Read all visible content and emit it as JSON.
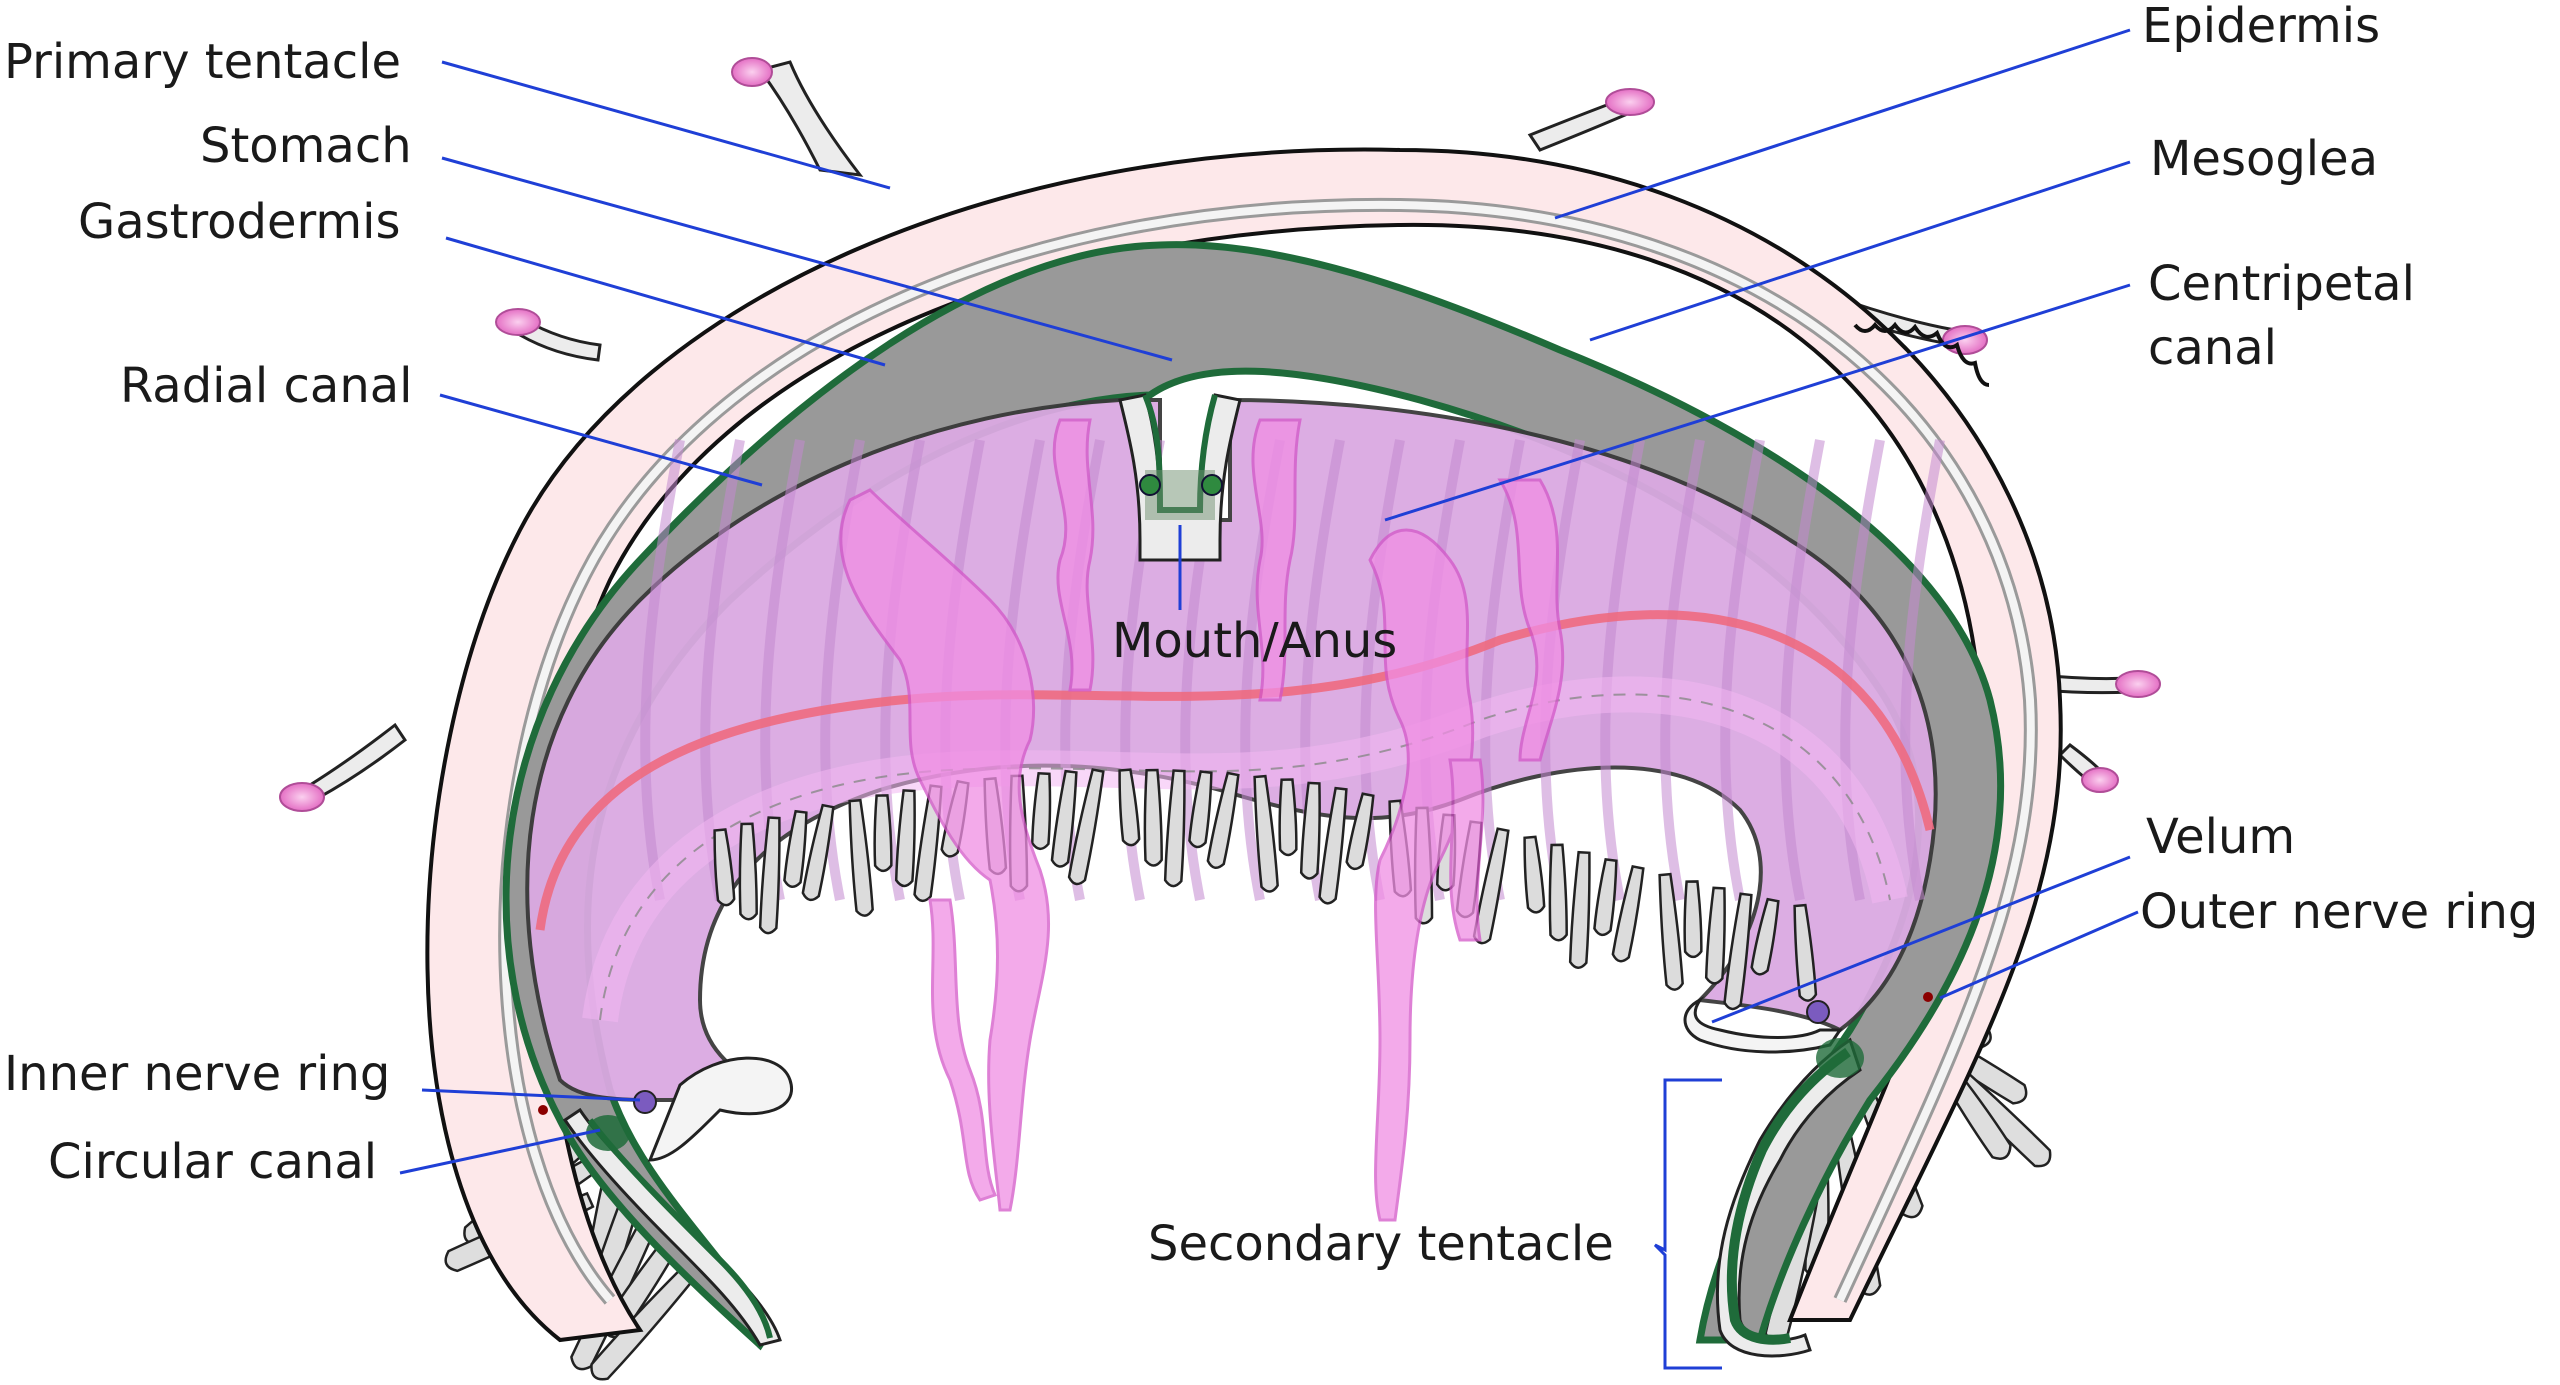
{
  "labels": {
    "primary_tentacle": "Primary tentacle",
    "stomach": "Stomach",
    "gastrodermis": "Gastrodermis",
    "radial_canal": "Radial canal",
    "epidermis": "Epidermis",
    "mesoglea": "Mesoglea",
    "centripetal_canal_line1": "Centripetal",
    "centripetal_canal_line2": "canal",
    "mouth_anus": "Mouth/Anus",
    "velum": "Velum",
    "outer_nerve_ring": "Outer nerve ring",
    "inner_nerve_ring": "Inner nerve ring",
    "circular_canal": "Circular canal",
    "secondary_tentacle": "Secondary tentacle"
  },
  "colors": {
    "leader_line": "#1f3fd6",
    "epidermis_fill": "#fde8ea",
    "stomach_fill": "#9b9b9b",
    "gastrodermis_stroke": "#1f6b3a",
    "subumbrella_fill": "#d9a6e0",
    "gonad_fill": "#f0a0e6",
    "tentacle_fill": "#dcdcdc",
    "ring_canal": "#ee6a80",
    "primary_tentacle_tip": "#e46fc4"
  }
}
